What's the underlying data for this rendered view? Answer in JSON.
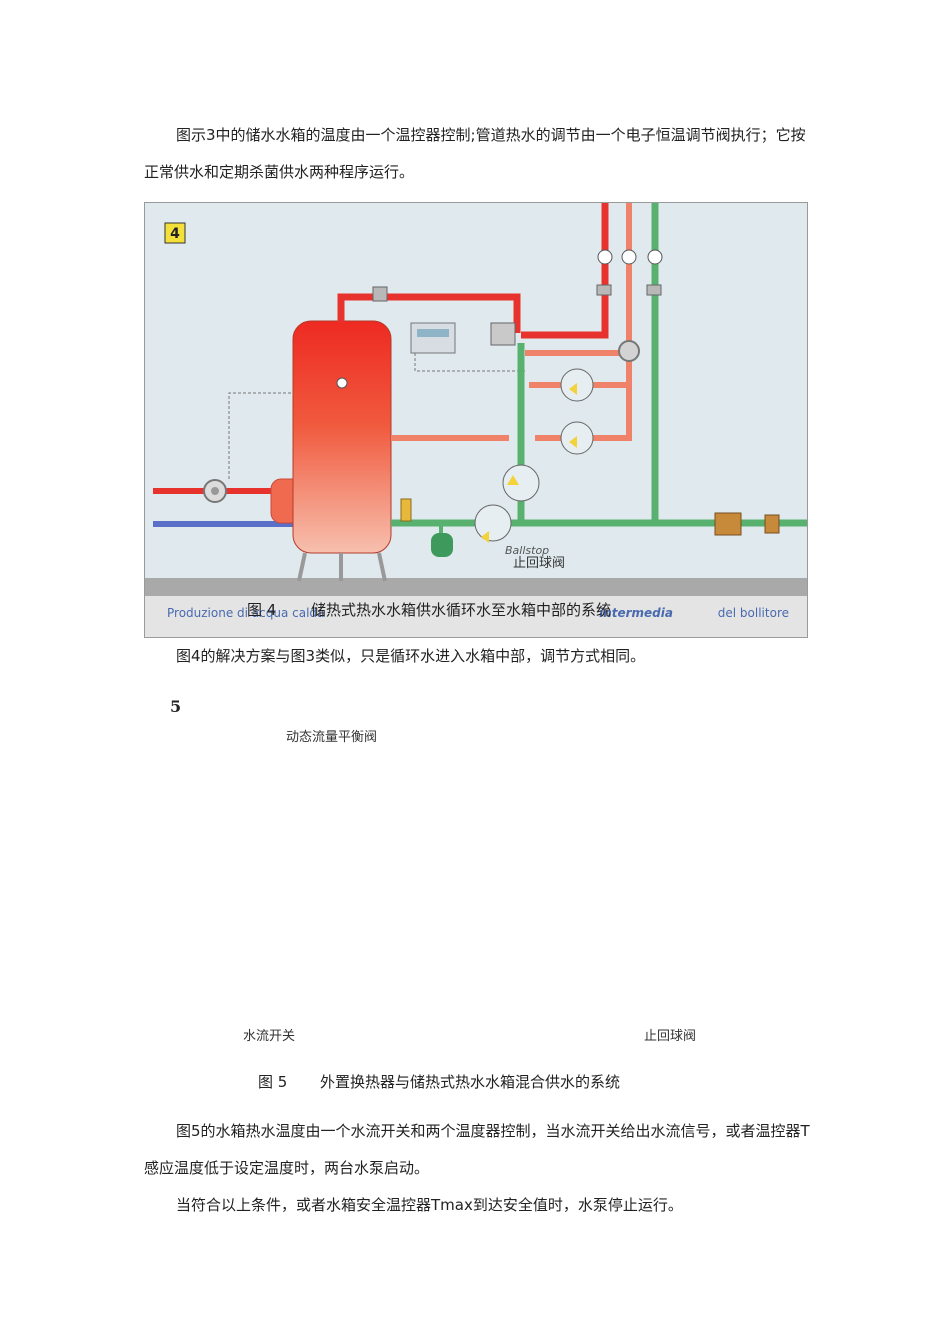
{
  "paragraph1": "图示3中的储水水箱的温度由一个温控器控制;管道热水的调节由一个电子恒温调节阀执行；它按正常供水和定期杀菌供水两种程序运行。",
  "figure4": {
    "badge": "4",
    "ballstop_label": "Ballstop",
    "check_valve_label": "止回球阀",
    "italian_caption_part1": "Produzione di acqua calda",
    "italian_caption_part2": "intermedia",
    "italian_caption_part3": "del bollitore",
    "caption_number": "图 4",
    "caption_text": "储热式热水水箱供水循环水至水箱中部的系统",
    "colors": {
      "hot_pipe": "#e8322e",
      "cold_pipe": "#5a6fc8",
      "recirc_pipe": "#58b16e",
      "tank_top": "#ee2a22",
      "tank_bottom": "#f6b8a6",
      "background": "#dfe9ee"
    }
  },
  "paragraph2": "图4的解决方案与图3类似，只是循环水进入水箱中部，调节方式相同。",
  "figure5": {
    "number": "5",
    "label_balance_valve": "动态流量平衡阀",
    "label_flow_switch": "水流开关",
    "label_check_valve": "止回球阀",
    "caption_number": "图 5",
    "caption_text": "外置换热器与储热式热水水箱混合供水的系统"
  },
  "paragraph3": "图5的水箱热水温度由一个水流开关和两个温度器控制，当水流开关给出水流信号，或者温控器T感应温度低于设定温度时，两台水泵启动。",
  "paragraph4": "当符合以上条件，或者水箱安全温控器Tmax到达安全值时，水泵停止运行。"
}
